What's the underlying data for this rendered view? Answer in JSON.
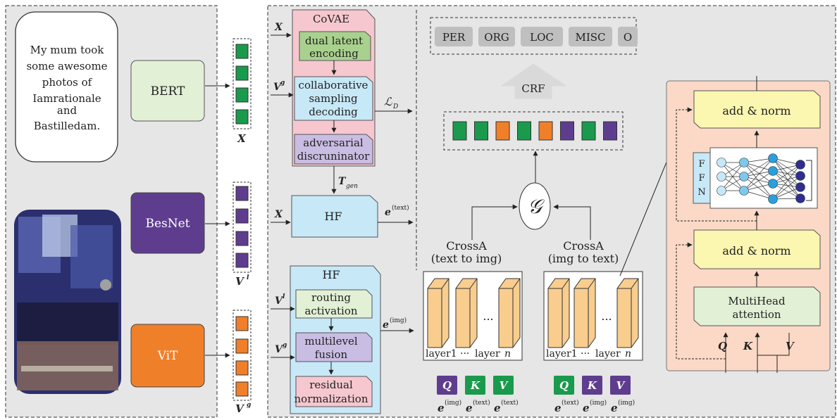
{
  "input_text": [
    "My mum took",
    "some awesome",
    "photos of",
    "Iamrationale",
    "and",
    "Bastilledam."
  ],
  "encoders": {
    "bert": "BERT",
    "resnet": "BesNet",
    "vit": "ViT"
  },
  "vectors": {
    "x": "X",
    "vl": "V",
    "vl_sup": "l",
    "vg": "V",
    "vg_sup": "g"
  },
  "covae": {
    "title": "CoVAE",
    "dual": [
      "dual latent",
      "encoding"
    ],
    "collab": [
      "collaborative",
      "sampling",
      "decoding"
    ],
    "adv": [
      "adversarial",
      "discruninator"
    ],
    "in_x": "X",
    "in_v": "V",
    "in_v_sup": "g",
    "loss": "ℒ",
    "loss_sub": "D"
  },
  "tgen": {
    "t": "T",
    "sub": "gen"
  },
  "hf_text": {
    "title": "HF",
    "in": "X",
    "out": "e",
    "out_sup": "(text)"
  },
  "hf_img": {
    "title": "HF",
    "routing": [
      "routing",
      "activation"
    ],
    "multilevel": [
      "multilevel",
      "fusion"
    ],
    "residual": [
      "residual",
      "normalization"
    ],
    "in_vl": "V",
    "in_vl_sup": "l",
    "in_vg": "V",
    "in_vg_sup": "g",
    "out": "e",
    "out_sup": "(img)"
  },
  "labels_out": [
    "PER",
    "ORG",
    "LOC",
    "MISC",
    "O"
  ],
  "crf": "CRF",
  "gate": "𝒢",
  "crossa_text": {
    "title": [
      "CrossA",
      "(text to img)"
    ],
    "layer1": "layer1",
    "dots": "···",
    "layern": "layer",
    "n": "n",
    "ellipsis": "..."
  },
  "crossa_img": {
    "title": [
      "CrossA",
      "(img to text)"
    ],
    "layer1": "layer1",
    "dots": "···",
    "layern": "layer",
    "n": "n",
    "ellipsis": "..."
  },
  "qkv_left": [
    {
      "letter": "Q",
      "sub": "e",
      "sup": "(img)",
      "color": "#5e3d8f"
    },
    {
      "letter": "K",
      "sub": "e",
      "sup": "(text)",
      "color": "#1a9a4d"
    },
    {
      "letter": "V",
      "sub": "e",
      "sup": "(text)",
      "color": "#1a9a4d"
    }
  ],
  "qkv_right": [
    {
      "letter": "Q",
      "sub": "e",
      "sup": "(text)",
      "color": "#1a9a4d"
    },
    {
      "letter": "K",
      "sub": "e",
      "sup": "(img)",
      "color": "#5e3d8f"
    },
    {
      "letter": "V",
      "sub": "e",
      "sup": "(img)",
      "color": "#5e3d8f"
    }
  ],
  "transformer": {
    "add_norm_top": "add & norm",
    "add_norm_bottom": "add & norm",
    "ffn": [
      "F",
      "F",
      "N"
    ],
    "mha": [
      "MultiHead",
      "attention"
    ],
    "q": "Q",
    "k": "K",
    "v": "V"
  },
  "colors": {
    "green": "#1a9a4d",
    "purple": "#5e3d8f",
    "orange": "#f07f2a",
    "panel": "#e6e6e6",
    "bert": "#e2f0d6",
    "resnet": "#5e3d8f",
    "vit": "#f07f2a",
    "covae": "#f6c7cf",
    "hf": "#c7e8f7",
    "peach": "#fbd9c6",
    "yellow": "#fbf6b0"
  },
  "token_sequence": [
    "green",
    "green",
    "orange",
    "green",
    "orange",
    "purple",
    "green",
    "purple"
  ]
}
